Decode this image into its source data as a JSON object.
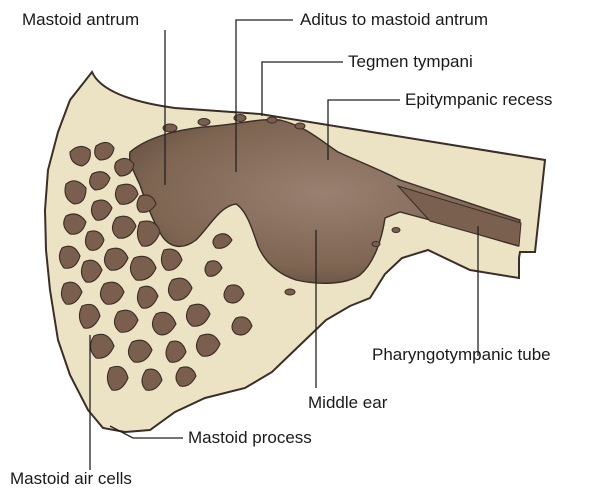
{
  "colors": {
    "background": "#ffffff",
    "bone": "#ece2c4",
    "outline": "#3a2e26",
    "cavity": "#7e6552",
    "cavity_dark": "#5a463a",
    "leader": "#222222"
  },
  "labels": {
    "mastoid_antrum": "Mastoid antrum",
    "aditus": "Aditus to mastoid antrum",
    "tegmen": "Tegmen tympani",
    "epitympanic": "Epitympanic recess",
    "pharyngotympanic": "Pharyngotympanic tube",
    "middle_ear": "Middle ear",
    "mastoid_process": "Mastoid process",
    "air_cells": "Mastoid air cells"
  }
}
